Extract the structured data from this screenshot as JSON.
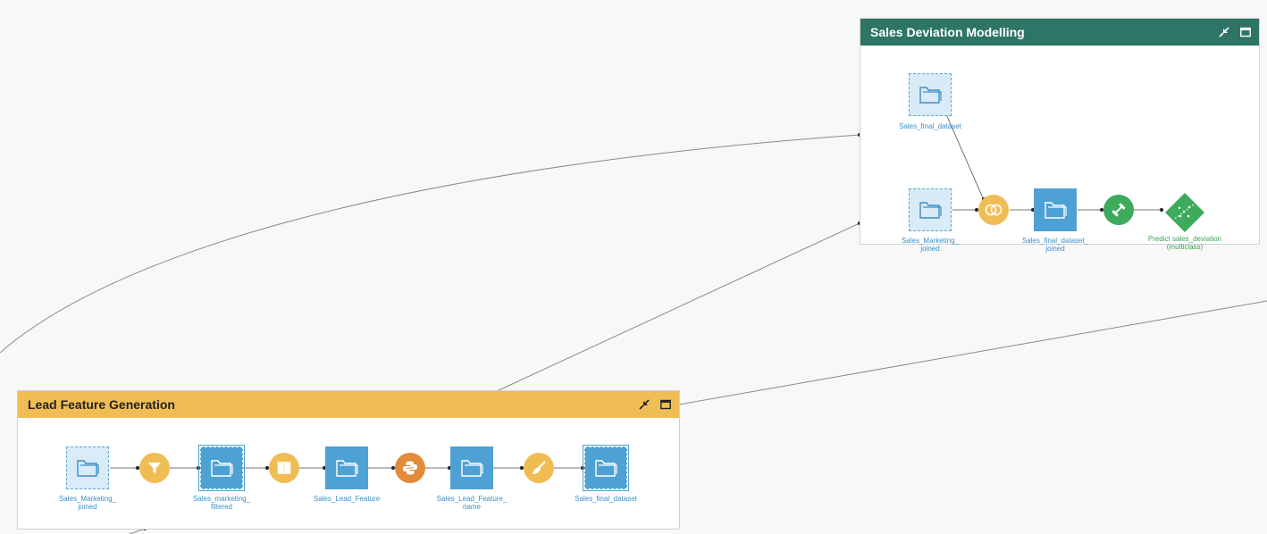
{
  "zones": {
    "modelling": {
      "title": "Sales Deviation Modelling",
      "header_color": "#2e7566",
      "nodes": {
        "ds_final": "Sales_final_dataset",
        "ds_marketing": "Sales_Marketing_\njoined",
        "join_recipe": "join-icon",
        "ds_final_joined": "Sales_final_dataset_\njoined",
        "train_recipe": "train-icon",
        "model": "Predict sales_deviation\n(multiclass)"
      }
    },
    "lead": {
      "title": "Lead Feature Generation",
      "header_color": "#f0bd55",
      "nodes": {
        "ds_marketing_joined": "Sales_Marketing_\njoined",
        "filter_recipe": "filter-icon",
        "ds_marketing_filtered": "Sales_marketing_\nfiltered",
        "split_recipe": "split-icon",
        "ds_lead_feature": "Sales_Lead_Feature",
        "python_recipe": "python-icon",
        "ds_lead_feature_name": "Sales_Lead_Feature_\nname",
        "prepare_recipe": "brush-icon",
        "ds_final": "Sales_final_dataset"
      }
    }
  },
  "colors": {
    "dataset": "#4ea1d4",
    "recipe_yellow": "#f0bd55",
    "recipe_orange": "#e38a3c",
    "recipe_green": "#3daa5c",
    "edge": "#888888"
  }
}
